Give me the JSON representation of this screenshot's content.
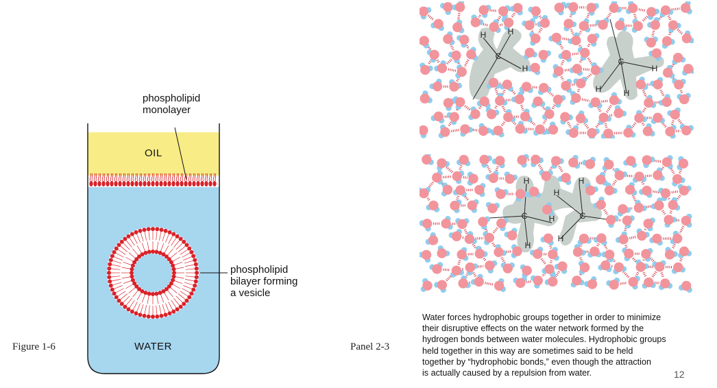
{
  "figure16": {
    "caption": "Figure 1-6",
    "monolayer_label_line1": "phospholipid",
    "monolayer_label_line2": "monolayer",
    "oil_label": "OIL",
    "water_label": "WATER",
    "vesicle_label_line1": "phospholipid",
    "vesicle_label_line2": "bilayer forming",
    "vesicle_label_line3": "a vesicle",
    "colors": {
      "oil": "#f7ec86",
      "water": "#a7d6ef",
      "headgroup": "#d8222a"
    }
  },
  "panel23": {
    "caption": "Panel 2-3",
    "atom_h": "H",
    "atom_c": "C",
    "text_lines": [
      "Water forces hydrophobic groups together in order to minimize",
      "their disruptive effects on the water network formed by the",
      "hydrogen bonds between water molecules. Hydrophobic groups",
      "held together in this way are sometimes said to be held",
      "together by “hydrophobic bonds,” even though the attraction",
      "is actually caused by a repulsion from water."
    ],
    "colors": {
      "oxygen": "#f2949b",
      "hydrogen": "#8fcdee",
      "bond": "#d23b46",
      "hydrocarbon": "#c8d0cb"
    }
  },
  "slide_number": "12"
}
